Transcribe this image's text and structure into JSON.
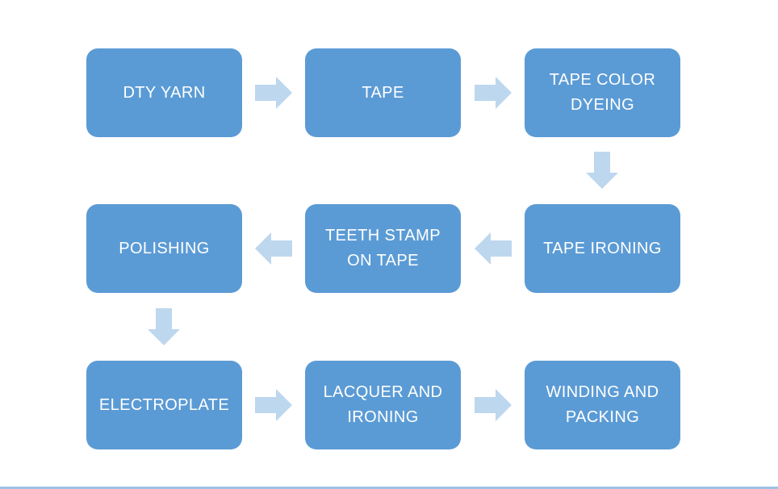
{
  "diagram": {
    "type": "flowchart",
    "colors": {
      "box": "#5B9BD5",
      "arrow": "#BDD7EE",
      "text": "#FFFFFF",
      "background": "#FFFFFF",
      "bottom_line": "#9CC3E5"
    },
    "nodes": [
      {
        "id": "dty-yarn",
        "label": "DTY YARN",
        "row": 1,
        "col": 1
      },
      {
        "id": "tape",
        "label": "TAPE",
        "row": 1,
        "col": 2
      },
      {
        "id": "tape-color-dyeing",
        "label": "TAPE COLOR DYEING",
        "row": 1,
        "col": 3
      },
      {
        "id": "tape-ironing",
        "label": "TAPE IRONING",
        "row": 2,
        "col": 3
      },
      {
        "id": "teeth-stamp-on-tape",
        "label": "TEETH STAMP ON TAPE",
        "row": 2,
        "col": 2
      },
      {
        "id": "polishing",
        "label": "POLISHING",
        "row": 2,
        "col": 1
      },
      {
        "id": "electroplate",
        "label": "ELECTROPLATE",
        "row": 3,
        "col": 1
      },
      {
        "id": "lacquer-and-ironing",
        "label": "LACQUER AND IRONING",
        "row": 3,
        "col": 2
      },
      {
        "id": "winding-and-packing",
        "label": "WINDING AND PACKING",
        "row": 3,
        "col": 3
      }
    ],
    "flow": [
      {
        "from": "dty-yarn",
        "to": "tape",
        "direction": "right"
      },
      {
        "from": "tape",
        "to": "tape-color-dyeing",
        "direction": "right"
      },
      {
        "from": "tape-color-dyeing",
        "to": "tape-ironing",
        "direction": "down"
      },
      {
        "from": "tape-ironing",
        "to": "teeth-stamp-on-tape",
        "direction": "left"
      },
      {
        "from": "teeth-stamp-on-tape",
        "to": "polishing",
        "direction": "left"
      },
      {
        "from": "polishing",
        "to": "electroplate",
        "direction": "down"
      },
      {
        "from": "electroplate",
        "to": "lacquer-and-ironing",
        "direction": "right"
      },
      {
        "from": "lacquer-and-ironing",
        "to": "winding-and-packing",
        "direction": "right"
      }
    ]
  }
}
